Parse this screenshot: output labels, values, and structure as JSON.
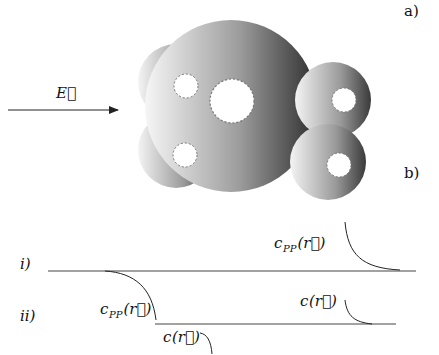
{
  "diagram": {
    "labels": [
      "a)",
      "E⃗",
      "b)",
      "i)",
      "c",
      "PP",
      "(r⃗)",
      "c",
      "PP",
      "(r⃗)",
      "ii)",
      "c",
      "(r⃗)",
      "c",
      "(r⃗)"
    ]
  }
}
